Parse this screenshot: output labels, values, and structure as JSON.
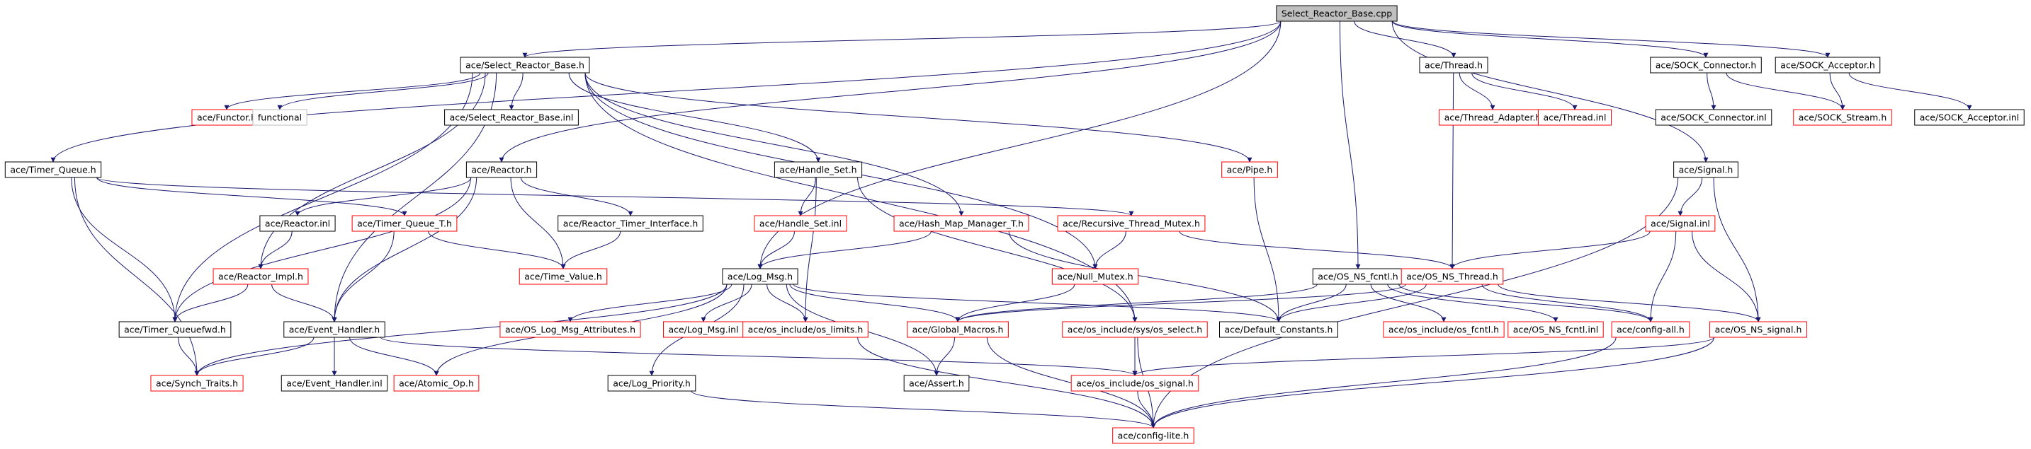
{
  "nodes": [
    {
      "id": "select_cpp",
      "label": "Select_Reactor_Base.cpp",
      "style": "root"
    },
    {
      "id": "select_h",
      "label": "ace/Select_Reactor_Base.h",
      "style": "black"
    },
    {
      "id": "thread_h",
      "label": "ace/Thread.h",
      "style": "black"
    },
    {
      "id": "sock_conn_h",
      "label": "ace/SOCK_Connector.h",
      "style": "black"
    },
    {
      "id": "sock_acc_h",
      "label": "ace/SOCK_Acceptor.h",
      "style": "black"
    },
    {
      "id": "functor_h",
      "label": "ace/Functor.h",
      "style": "red"
    },
    {
      "id": "functional",
      "label": "functional",
      "style": "grey"
    },
    {
      "id": "select_inl",
      "label": "ace/Select_Reactor_Base.inl",
      "style": "black"
    },
    {
      "id": "thread_adapter",
      "label": "ace/Thread_Adapter.h",
      "style": "red"
    },
    {
      "id": "thread_inl",
      "label": "ace/Thread.inl",
      "style": "red"
    },
    {
      "id": "sock_conn_inl",
      "label": "ace/SOCK_Connector.inl",
      "style": "black"
    },
    {
      "id": "sock_stream",
      "label": "ace/SOCK_Stream.h",
      "style": "red"
    },
    {
      "id": "sock_acc_inl",
      "label": "ace/SOCK_Acceptor.inl",
      "style": "black"
    },
    {
      "id": "timer_queue_h",
      "label": "ace/Timer_Queue.h",
      "style": "black"
    },
    {
      "id": "reactor_h",
      "label": "ace/Reactor.h",
      "style": "black"
    },
    {
      "id": "handle_set_h",
      "label": "ace/Handle_Set.h",
      "style": "black"
    },
    {
      "id": "pipe_h",
      "label": "ace/Pipe.h",
      "style": "red"
    },
    {
      "id": "signal_h",
      "label": "ace/Signal.h",
      "style": "black"
    },
    {
      "id": "reactor_inl",
      "label": "ace/Reactor.inl",
      "style": "black"
    },
    {
      "id": "timer_queue_t",
      "label": "ace/Timer_Queue_T.h",
      "style": "red"
    },
    {
      "id": "reactor_timer_if",
      "label": "ace/Reactor_Timer_Interface.h",
      "style": "black"
    },
    {
      "id": "handle_set_inl",
      "label": "ace/Handle_Set.inl",
      "style": "red"
    },
    {
      "id": "hash_map",
      "label": "ace/Hash_Map_Manager_T.h",
      "style": "red"
    },
    {
      "id": "rec_mutex",
      "label": "ace/Recursive_Thread_Mutex.h",
      "style": "red"
    },
    {
      "id": "signal_inl",
      "label": "ace/Signal.inl",
      "style": "red"
    },
    {
      "id": "reactor_impl",
      "label": "ace/Reactor_Impl.h",
      "style": "red"
    },
    {
      "id": "time_value",
      "label": "ace/Time_Value.h",
      "style": "red"
    },
    {
      "id": "log_msg",
      "label": "ace/Log_Msg.h",
      "style": "black"
    },
    {
      "id": "null_mutex",
      "label": "ace/Null_Mutex.h",
      "style": "red"
    },
    {
      "id": "os_ns_fcntl",
      "label": "ace/OS_NS_fcntl.h",
      "style": "black"
    },
    {
      "id": "os_ns_thread",
      "label": "ace/OS_NS_Thread.h",
      "style": "red"
    },
    {
      "id": "timer_queuefwd",
      "label": "ace/Timer_Queuefwd.h",
      "style": "black"
    },
    {
      "id": "event_handler",
      "label": "ace/Event_Handler.h",
      "style": "black"
    },
    {
      "id": "os_log_attr",
      "label": "ace/OS_Log_Msg_Attributes.h",
      "style": "red"
    },
    {
      "id": "log_msg_inl",
      "label": "ace/Log_Msg.inl",
      "style": "red"
    },
    {
      "id": "os_limits",
      "label": "ace/os_include/os_limits.h",
      "style": "red"
    },
    {
      "id": "global_macros",
      "label": "ace/Global_Macros.h",
      "style": "red"
    },
    {
      "id": "os_select",
      "label": "ace/os_include/sys/os_select.h",
      "style": "red"
    },
    {
      "id": "default_consts",
      "label": "ace/Default_Constants.h",
      "style": "black"
    },
    {
      "id": "os_fcntl",
      "label": "ace/os_include/os_fcntl.h",
      "style": "red"
    },
    {
      "id": "os_ns_fcntl_inl",
      "label": "ace/OS_NS_fcntl.inl",
      "style": "red"
    },
    {
      "id": "config_all",
      "label": "ace/config-all.h",
      "style": "red"
    },
    {
      "id": "os_ns_signal",
      "label": "ace/OS_NS_signal.h",
      "style": "red"
    },
    {
      "id": "synch_traits",
      "label": "ace/Synch_Traits.h",
      "style": "red"
    },
    {
      "id": "event_handler_inl",
      "label": "ace/Event_Handler.inl",
      "style": "black"
    },
    {
      "id": "atomic_op",
      "label": "ace/Atomic_Op.h",
      "style": "red"
    },
    {
      "id": "log_priority",
      "label": "ace/Log_Priority.h",
      "style": "black"
    },
    {
      "id": "assert_h",
      "label": "ace/Assert.h",
      "style": "black"
    },
    {
      "id": "os_signal",
      "label": "ace/os_include/os_signal.h",
      "style": "red"
    },
    {
      "id": "config_lite",
      "label": "ace/config-lite.h",
      "style": "red"
    }
  ],
  "edges": [
    [
      "select_cpp",
      "select_h"
    ],
    [
      "select_cpp",
      "thread_h"
    ],
    [
      "select_cpp",
      "sock_conn_h"
    ],
    [
      "select_cpp",
      "sock_acc_h"
    ],
    [
      "select_cpp",
      "timer_queue_h"
    ],
    [
      "select_cpp",
      "reactor_h"
    ],
    [
      "select_cpp",
      "log_msg"
    ],
    [
      "select_cpp",
      "signal_h"
    ],
    [
      "select_cpp",
      "os_ns_fcntl"
    ],
    [
      "select_h",
      "functor_h"
    ],
    [
      "select_h",
      "functional"
    ],
    [
      "select_h",
      "select_inl"
    ],
    [
      "select_h",
      "pipe_h"
    ],
    [
      "select_h",
      "handle_set_h"
    ],
    [
      "select_h",
      "hash_map"
    ],
    [
      "select_h",
      "null_mutex"
    ],
    [
      "select_h",
      "reactor_impl"
    ],
    [
      "select_h",
      "timer_queuefwd"
    ],
    [
      "select_h",
      "event_handler"
    ],
    [
      "select_h",
      "os_select"
    ],
    [
      "thread_h",
      "thread_adapter"
    ],
    [
      "thread_h",
      "thread_inl"
    ],
    [
      "thread_h",
      "os_ns_thread"
    ],
    [
      "sock_conn_h",
      "sock_conn_inl"
    ],
    [
      "sock_conn_h",
      "sock_stream"
    ],
    [
      "sock_acc_h",
      "sock_stream"
    ],
    [
      "sock_acc_h",
      "sock_acc_inl"
    ],
    [
      "timer_queue_h",
      "timer_queuefwd"
    ],
    [
      "timer_queue_h",
      "timer_queue_t"
    ],
    [
      "timer_queue_h",
      "synch_traits"
    ],
    [
      "timer_queue_h",
      "rec_mutex"
    ],
    [
      "reactor_h",
      "reactor_inl"
    ],
    [
      "reactor_h",
      "reactor_timer_if"
    ],
    [
      "reactor_h",
      "time_value"
    ],
    [
      "reactor_h",
      "timer_queuefwd"
    ],
    [
      "reactor_h",
      "event_handler"
    ],
    [
      "handle_set_h",
      "handle_set_inl"
    ],
    [
      "handle_set_h",
      "os_limits"
    ],
    [
      "handle_set_h",
      "os_select"
    ],
    [
      "handle_set_inl",
      "log_msg"
    ],
    [
      "hash_map",
      "log_msg"
    ],
    [
      "hash_map",
      "default_consts"
    ],
    [
      "pipe_h",
      "default_consts"
    ],
    [
      "signal_h",
      "signal_inl"
    ],
    [
      "signal_h",
      "os_ns_signal"
    ],
    [
      "signal_h",
      "config_lite"
    ],
    [
      "signal_inl",
      "os_ns_thread"
    ],
    [
      "signal_inl",
      "config_all"
    ],
    [
      "signal_inl",
      "os_ns_signal"
    ],
    [
      "reactor_inl",
      "reactor_impl"
    ],
    [
      "timer_queue_t",
      "time_value"
    ],
    [
      "timer_queue_t",
      "event_handler"
    ],
    [
      "reactor_timer_if",
      "time_value"
    ],
    [
      "rec_mutex",
      "null_mutex"
    ],
    [
      "rec_mutex",
      "os_ns_thread"
    ],
    [
      "reactor_impl",
      "timer_queuefwd"
    ],
    [
      "reactor_impl",
      "event_handler"
    ],
    [
      "null_mutex",
      "global_macros"
    ],
    [
      "log_msg",
      "os_log_attr"
    ],
    [
      "log_msg",
      "log_msg_inl"
    ],
    [
      "log_msg",
      "os_limits"
    ],
    [
      "log_msg",
      "global_macros"
    ],
    [
      "log_msg",
      "default_consts"
    ],
    [
      "log_msg",
      "assert_h"
    ],
    [
      "log_msg",
      "log_priority"
    ],
    [
      "log_msg",
      "synch_traits"
    ],
    [
      "log_msg",
      "atomic_op"
    ],
    [
      "os_ns_fcntl",
      "os_fcntl"
    ],
    [
      "os_ns_fcntl",
      "os_ns_fcntl_inl"
    ],
    [
      "os_ns_fcntl",
      "global_macros"
    ],
    [
      "os_ns_fcntl",
      "default_consts"
    ],
    [
      "os_ns_fcntl",
      "config_all"
    ],
    [
      "os_ns_thread",
      "global_macros"
    ],
    [
      "os_ns_thread",
      "default_consts"
    ],
    [
      "os_ns_thread",
      "config_all"
    ],
    [
      "os_ns_thread",
      "os_ns_signal"
    ],
    [
      "event_handler",
      "event_handler_inl"
    ],
    [
      "event_handler",
      "atomic_op"
    ],
    [
      "event_handler",
      "synch_traits"
    ],
    [
      "event_handler",
      "os_signal"
    ],
    [
      "timer_queuefwd",
      "synch_traits"
    ],
    [
      "global_macros",
      "assert_h"
    ],
    [
      "global_macros",
      "config_lite"
    ],
    [
      "os_select",
      "os_signal"
    ],
    [
      "os_select",
      "config_lite"
    ],
    [
      "os_limits",
      "config_lite"
    ],
    [
      "log_priority",
      "config_lite"
    ],
    [
      "config_all",
      "config_lite"
    ],
    [
      "os_ns_signal",
      "os_signal"
    ],
    [
      "os_ns_signal",
      "config_lite"
    ],
    [
      "os_signal",
      "config_lite"
    ]
  ],
  "colors": {
    "edge": "#191970",
    "root_fill": "#bfbfbf",
    "black_border": "#000000",
    "red_border": "#ff0000",
    "grey_border": "#bfbfbf",
    "text": "#000000"
  }
}
